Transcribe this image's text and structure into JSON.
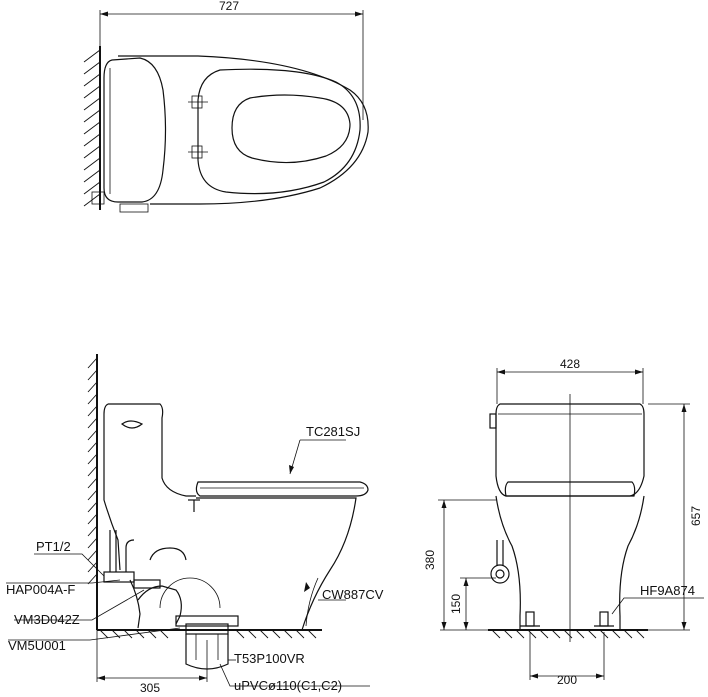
{
  "top_view": {
    "overall_width": "727"
  },
  "side_view": {
    "parts": {
      "seat": "TC281SJ",
      "bowl": "CW887CV",
      "stop_valve": "PT1/2",
      "hose": "HAP004A-F",
      "fitting": "VM3D042Z",
      "flange": "VM5U001",
      "drain_adapter": "T53P100VR",
      "drain_pipe": "uPVCø110(C1,C2)"
    },
    "rough_in": "305"
  },
  "front_view": {
    "width": "428",
    "height": "657",
    "seat_height": "380",
    "supply_height": "150",
    "bolt_spacing": "200",
    "bolt_part": "HF9A874"
  }
}
